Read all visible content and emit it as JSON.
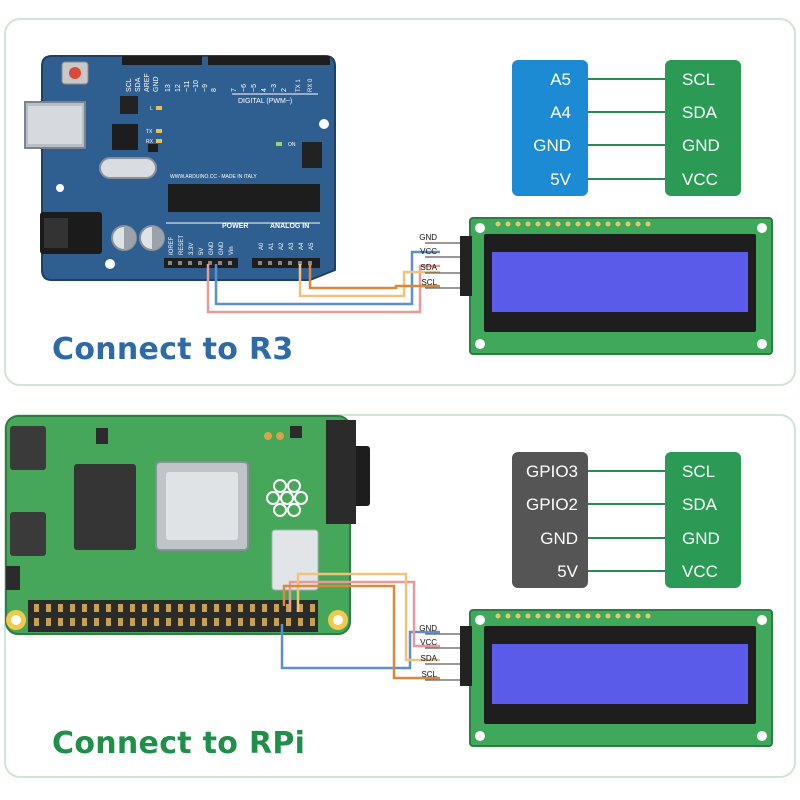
{
  "sections": {
    "r3": {
      "title": "Connect to R3",
      "board_header_labels": [
        "SCL",
        "SDA",
        "AREF",
        "GND",
        "13",
        "12",
        "~11",
        "~10",
        "~9",
        "8",
        "7",
        "~6",
        "~5",
        "4",
        "~3",
        "2",
        "TX 1",
        "RX 0"
      ],
      "digital_label": "DIGITAL (PWM~)",
      "maker_text": "WWW.ARDUINO.CC - MADE IN ITALY",
      "board_small_labels": [
        "L",
        "TX",
        "RX",
        "ON"
      ],
      "power_label": "POWER",
      "analog_label": "ANALOG IN",
      "power_pins": [
        "IOREF",
        "RESET",
        "3.3V",
        "5V",
        "GND",
        "GND",
        "Vin"
      ],
      "analog_pins": [
        "A0",
        "A1",
        "A2",
        "A3",
        "A4",
        "A5"
      ],
      "mapping": {
        "left": [
          "A5",
          "A4",
          "GND",
          "5V"
        ],
        "right": [
          "SCL",
          "SDA",
          "GND",
          "VCC"
        ]
      },
      "lcd_pins": [
        "GND",
        "VCC",
        "SDA",
        "SCL"
      ]
    },
    "rpi": {
      "title": "Connect to RPi",
      "mapping": {
        "left": [
          "GPIO3",
          "GPIO2",
          "GND",
          "5V"
        ],
        "right": [
          "SCL",
          "SDA",
          "GND",
          "VCC"
        ]
      },
      "lcd_pins": [
        "GND",
        "VCC",
        "SDA",
        "SCL"
      ]
    }
  },
  "colors": {
    "arduino_board": "#2f5f91",
    "arduino_mapping_box": "#1d8ad4",
    "module_box": "#2a9a55",
    "rpi_board": "#46a65a",
    "rpi_mapping_box": "#555555",
    "lcd_screen": "#5b5bea",
    "wire_gnd": "#5b8fd0",
    "wire_vcc": "#e89a9a",
    "wire_sda": "#f2c27a",
    "wire_scl": "#d9893a"
  }
}
